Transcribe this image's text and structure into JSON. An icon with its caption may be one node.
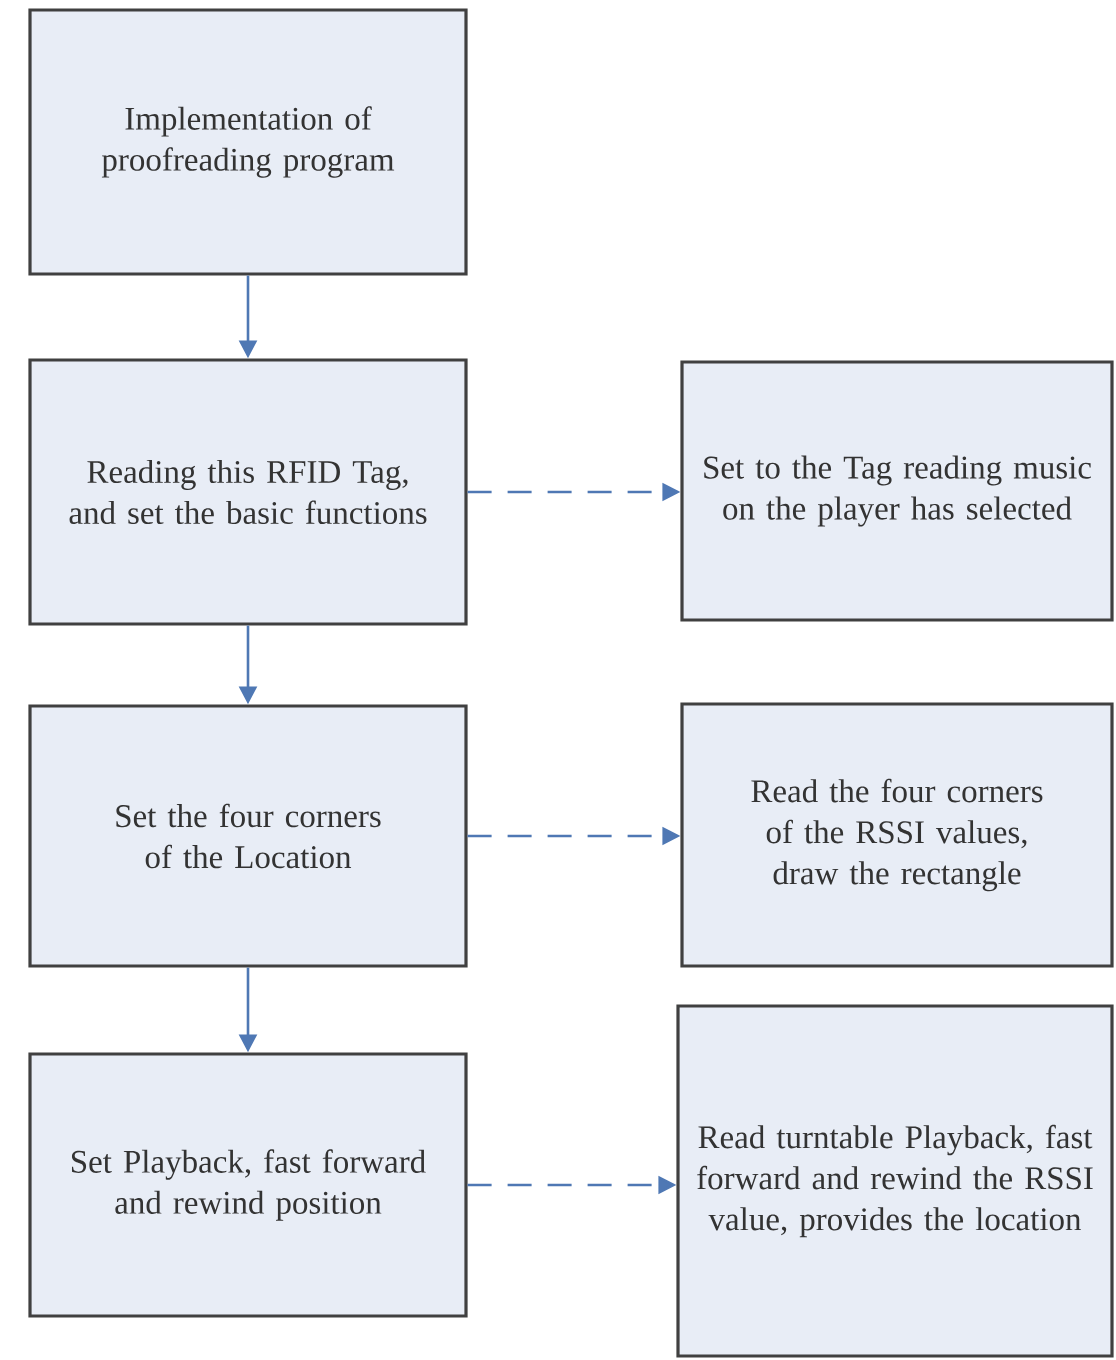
{
  "diagram": {
    "nodes": [
      {
        "text": [
          "Implementation of proofreading program"
        ]
      },
      {
        "text": [
          "Reading this RFID Tag, and set the basic functions"
        ]
      },
      {
        "text": [
          "Set to the Tag reading music on the player has selected"
        ]
      },
      {
        "text": [
          "Set the four corners of the Location"
        ]
      },
      {
        "text": [
          "Read the four corners of the RSSI values, draw the rectangle"
        ]
      },
      {
        "text": [
          "Set Playback, fast forward and rewind position"
        ]
      },
      {
        "text": [
          "Read turntable Playback, fast forward and rewind the RSSI value, provides the location"
        ]
      }
    ],
    "edges": [
      {
        "from": 0,
        "to": 1,
        "arrow": "to"
      },
      {
        "from": 1,
        "to": 2,
        "arrow": "to",
        "style": "dashed"
      },
      {
        "from": 1,
        "to": 3,
        "arrow": "to"
      },
      {
        "from": 3,
        "to": 4,
        "arrow": "to",
        "style": "dashed"
      },
      {
        "from": 3,
        "to": 5,
        "arrow": "to"
      },
      {
        "from": 5,
        "to": 6,
        "arrow": "to",
        "style": "dashed"
      }
    ]
  }
}
